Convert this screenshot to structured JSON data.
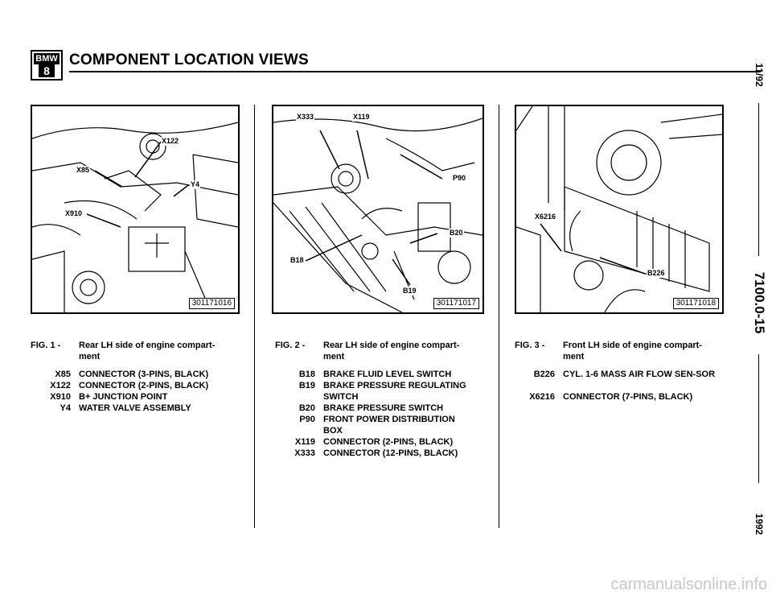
{
  "header": {
    "logo_text": "BMW",
    "logo_number": "8",
    "title": "COMPONENT LOCATION VIEWS"
  },
  "side_margin": {
    "date": "11/92",
    "section": "7100.0-15",
    "year": "1992"
  },
  "figures": [
    {
      "fig_label": "FIG. 1 -",
      "caption": "Rear LH side of engine compart-ment",
      "image_number": "301171016",
      "callouts": [
        "X122",
        "X85",
        "Y4",
        "X910"
      ],
      "legend": [
        {
          "code": "X85",
          "desc": "CONNECTOR (3-PINS, BLACK)"
        },
        {
          "code": "X122",
          "desc": "CONNECTOR (2-PINS, BLACK)"
        },
        {
          "code": "X910",
          "desc": "B+ JUNCTION POINT"
        },
        {
          "code": "Y4",
          "desc": "WATER VALVE ASSEMBLY"
        }
      ]
    },
    {
      "fig_label": "FIG. 2 -",
      "caption": "Rear LH side of engine compart-ment",
      "image_number": "301171017",
      "callouts": [
        "X333",
        "X119",
        "P90",
        "B20",
        "B18",
        "B19"
      ],
      "legend": [
        {
          "code": "B18",
          "desc": "BRAKE FLUID LEVEL SWITCH"
        },
        {
          "code": "B19",
          "desc": "BRAKE PRESSURE REGULATING SWITCH"
        },
        {
          "code": "B20",
          "desc": "BRAKE PRESSURE SWITCH"
        },
        {
          "code": "P90",
          "desc": "FRONT POWER DISTRIBUTION BOX"
        },
        {
          "code": "X119",
          "desc": "CONNECTOR (2-PINS, BLACK)"
        },
        {
          "code": "X333",
          "desc": "CONNECTOR (12-PINS, BLACK)"
        }
      ]
    },
    {
      "fig_label": "FIG. 3 -",
      "caption": "Front LH side of engine compart-ment",
      "image_number": "301171018",
      "callouts": [
        "X6216",
        "B226"
      ],
      "legend": [
        {
          "code": "B226",
          "desc": "CYL. 1-6 MASS AIR FLOW SEN-SOR"
        },
        {
          "code": "X6216",
          "desc": "CONNECTOR (7-PINS, BLACK)"
        }
      ]
    }
  ],
  "watermark": "carmanualsonline.info"
}
